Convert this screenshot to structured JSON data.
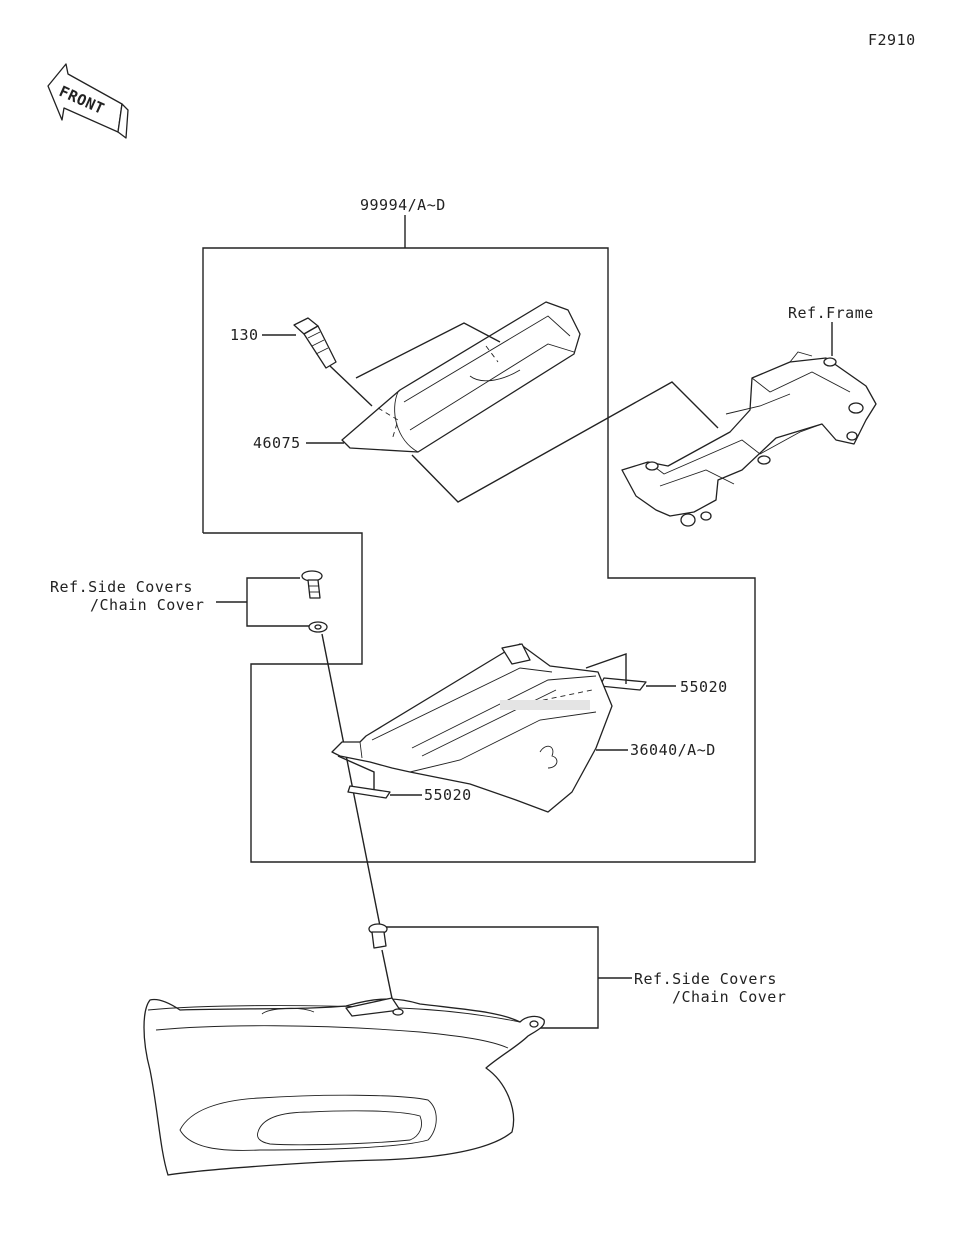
{
  "diagram_code": "F2910",
  "front_arrow_label": "FRONT",
  "labels": {
    "kit": "99994/A~D",
    "bolt": "130",
    "bracket": "46075",
    "frame": "Ref.Frame",
    "side_covers_top_1": "Ref.Side Covers",
    "side_covers_top_2": "/Chain Cover",
    "pad_right": "55020",
    "cover": "36040/A~D",
    "pad_left": "55020",
    "side_covers_bottom_1": "Ref.Side Covers",
    "side_covers_bottom_2": "/Chain Cover"
  }
}
